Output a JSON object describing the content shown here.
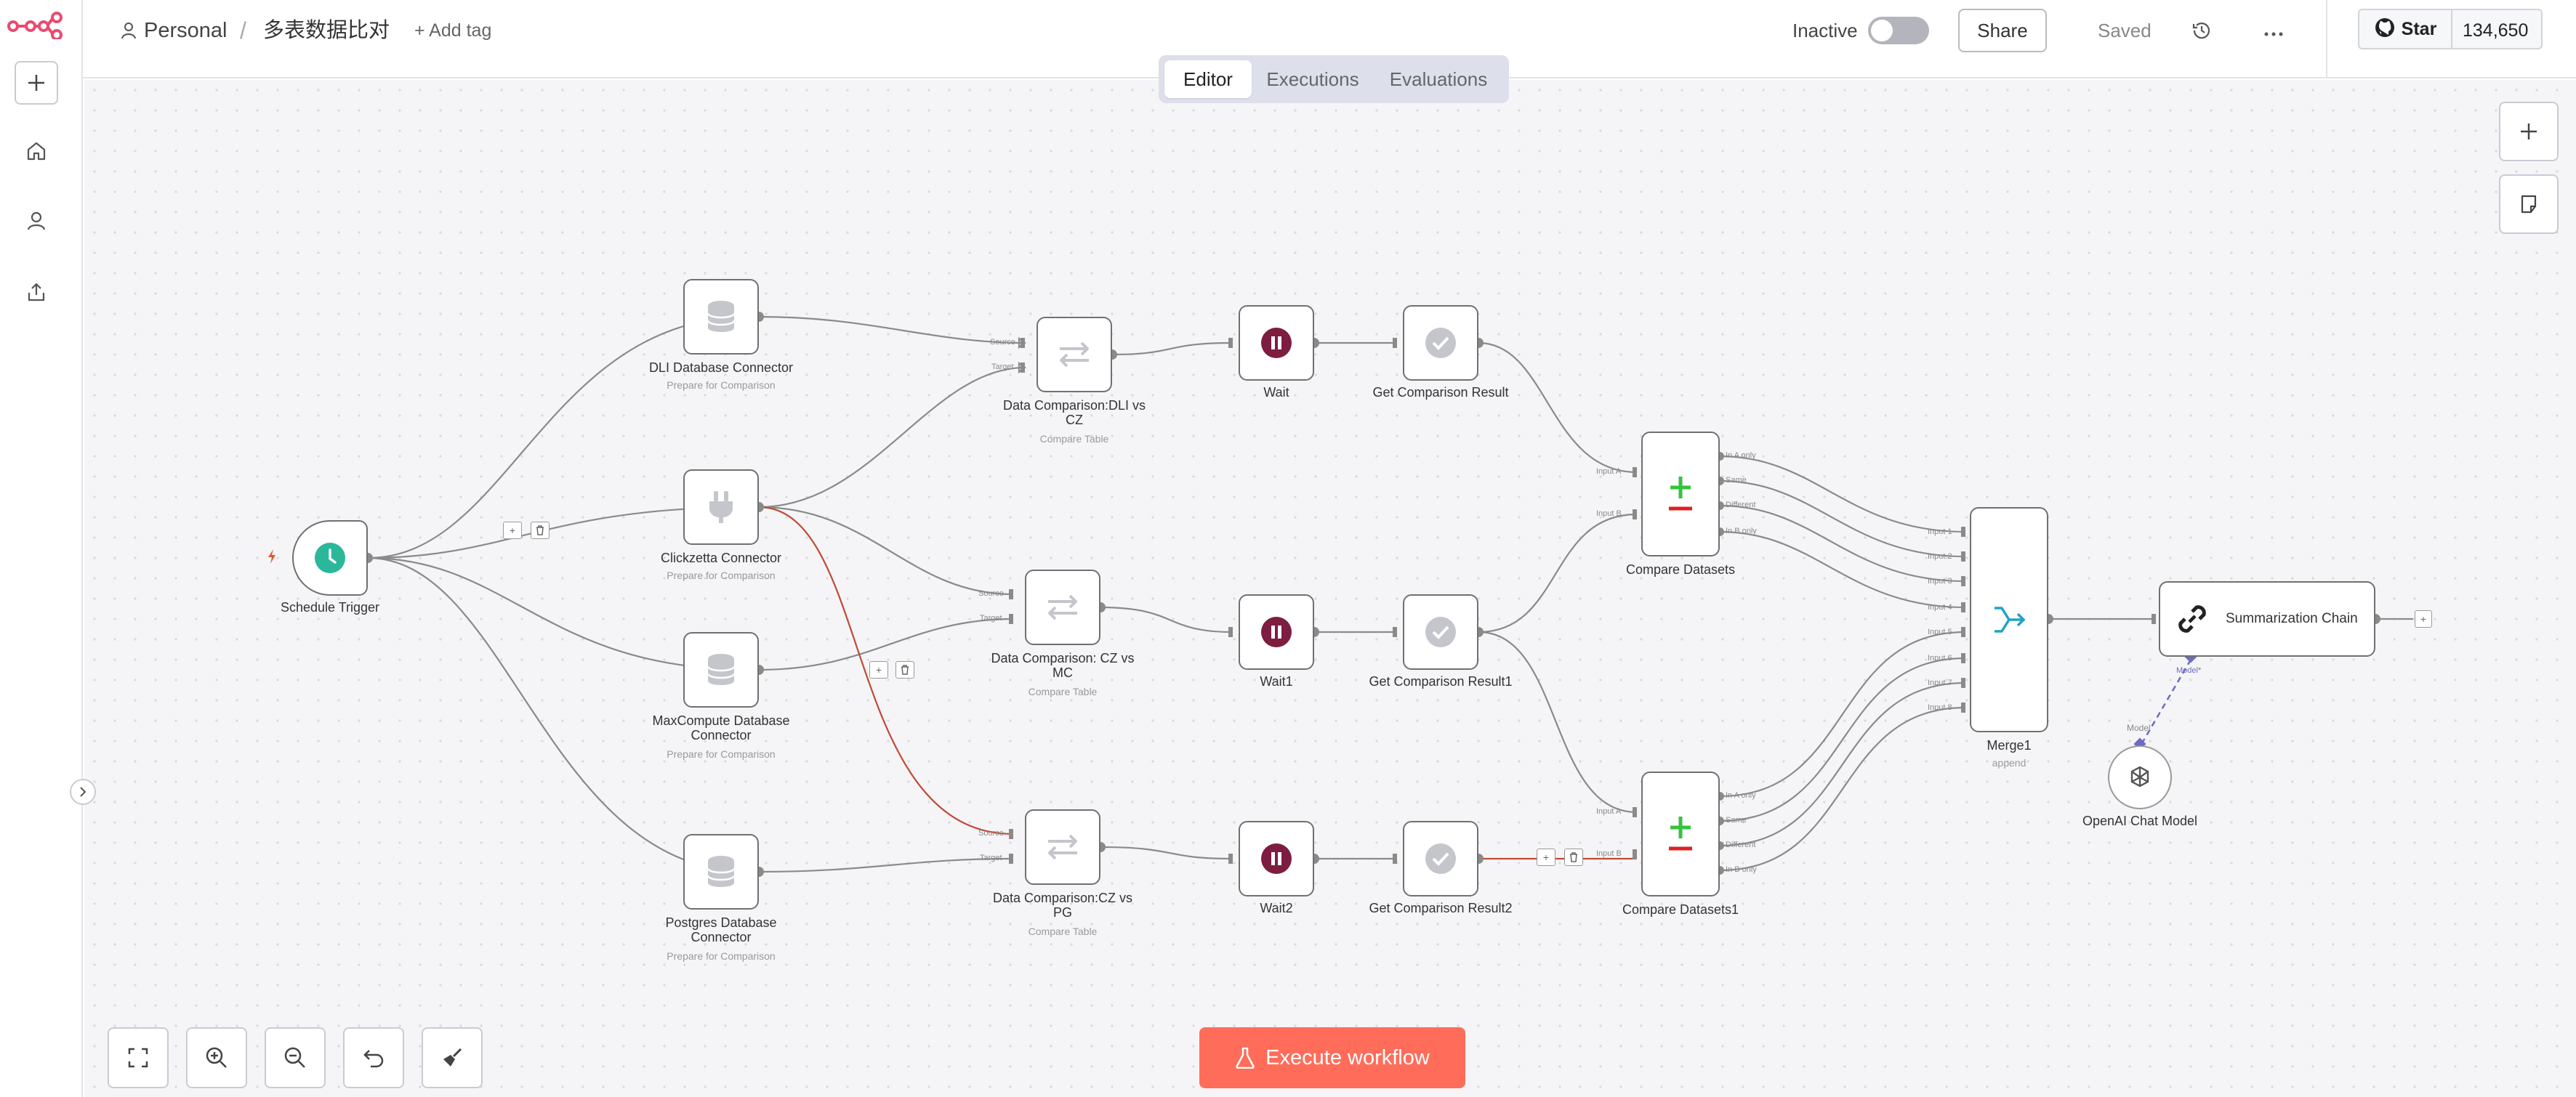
{
  "header": {
    "project": "Personal",
    "separator": "/",
    "workflow_name": "多表数据比对",
    "add_tag": "+ Add tag",
    "status_label": "Inactive",
    "share_label": "Share",
    "saved_label": "Saved",
    "star_label": "Star",
    "star_count": "134,650"
  },
  "tabs": [
    "Editor",
    "Executions",
    "Evaluations"
  ],
  "nodes": {
    "schedule": {
      "label": "Schedule Trigger"
    },
    "dli": {
      "label": "DLI Database Connector",
      "sub": "Prepare for Comparison"
    },
    "clickzetta": {
      "label": "Clickzetta Connector",
      "sub": "Prepare for Comparison"
    },
    "maxcompute": {
      "label1": "MaxCompute Database",
      "label2": "Connector",
      "sub": "Prepare for Comparison"
    },
    "postgres": {
      "label1": "Postgres Database",
      "label2": "Connector",
      "sub": "Prepare for Comparison"
    },
    "cmp_dli": {
      "label1": "Data Comparison:DLI vs",
      "label2": "CZ",
      "sub": "Compare Table"
    },
    "cmp_mc": {
      "label1": "Data Comparison: CZ vs",
      "label2": "MC",
      "sub": "Compare Table"
    },
    "cmp_pg": {
      "label1": "Data Comparison:CZ vs",
      "label2": "PG",
      "sub": "Compare Table"
    },
    "wait": {
      "label": "Wait"
    },
    "wait1": {
      "label": "Wait1"
    },
    "wait2": {
      "label": "Wait2"
    },
    "get": {
      "label": "Get Comparison Result"
    },
    "get1": {
      "label": "Get Comparison Result1"
    },
    "get2": {
      "label": "Get Comparison Result2"
    },
    "compare": {
      "label": "Compare Datasets"
    },
    "compare1": {
      "label": "Compare Datasets1"
    },
    "merge": {
      "label": "Merge1",
      "sub": "append"
    },
    "summarization": {
      "label": "Summarization Chain"
    },
    "openai": {
      "label": "OpenAI Chat Model"
    }
  },
  "ports": {
    "source": "Source",
    "target": "Target",
    "input_a": "Input A",
    "input_b": "Input B",
    "in_a_only": "In A only",
    "same": "Same",
    "different": "Different",
    "in_b_only": "In B only",
    "merge_inputs": [
      "Input 1",
      "Input 2",
      "Input 3",
      "Input 4",
      "Input 5",
      "Input 6",
      "Input 7",
      "Input 8"
    ],
    "model_required": "Model*",
    "model": "Model"
  },
  "execute_label": "Execute workflow",
  "colors": {
    "brand": "#ea4b71",
    "execute": "#ff6d5a",
    "trigger": "#2bb79a",
    "wait": "#7d1d3f",
    "plus_green": "#35c33c",
    "minus_red": "#e02020",
    "merge_blue": "#20a3c8",
    "error_edge": "#c04b35"
  }
}
